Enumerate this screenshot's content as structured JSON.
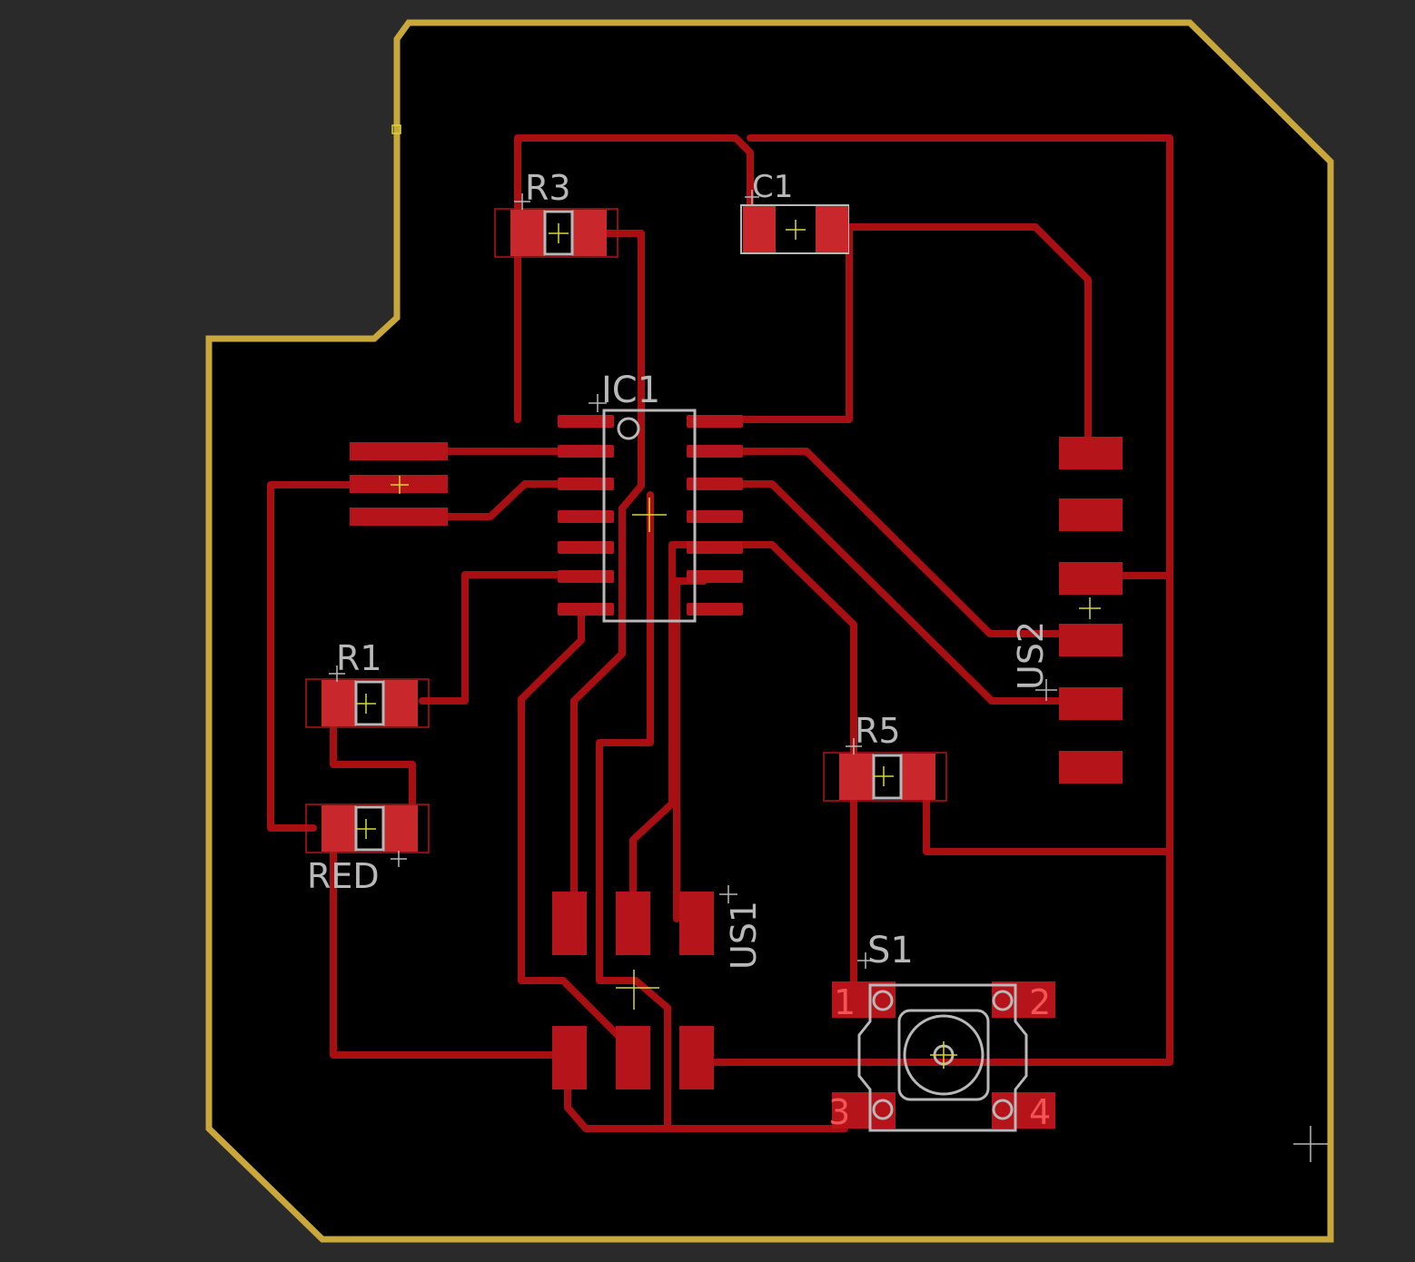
{
  "colors": {
    "background": "#2a2a2a",
    "board": "#000000",
    "outline": "#c9a73a",
    "trace": "#a80f12",
    "pad": "#b4141a",
    "pad_light": "#c8282c",
    "silk": "#b8b8b8",
    "origin_cross": "#d8d830"
  },
  "components": {
    "r3": "R3",
    "c1": "C1",
    "ic1": "IC1",
    "r1": "R1",
    "red": "RED",
    "r5": "R5",
    "us2": "US2",
    "us1": "US1",
    "s1": "S1"
  },
  "switch_pins": {
    "p1": "1",
    "p2": "2",
    "p3": "3",
    "p4": "4"
  }
}
